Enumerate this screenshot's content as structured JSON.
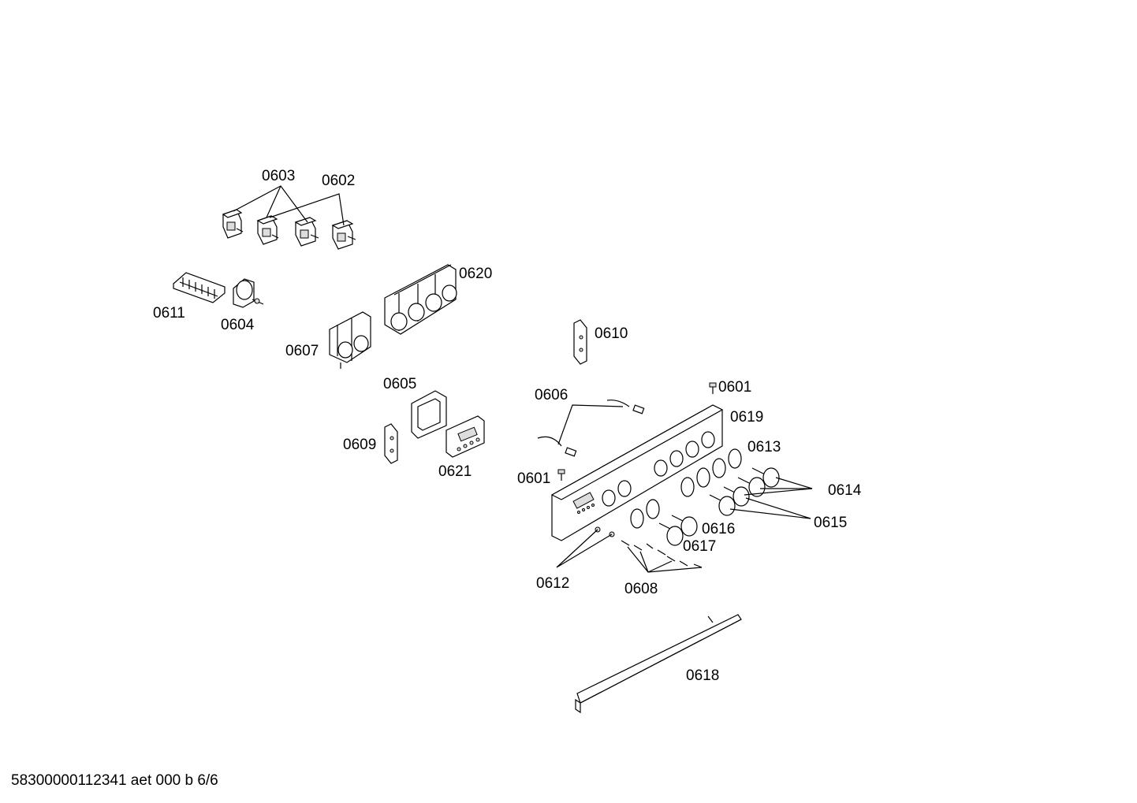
{
  "drawing": {
    "footer_text": "58300000112341 aet 000 b 6/6",
    "labels": {
      "p0601a": "0601",
      "p0601b": "0601",
      "p0602": "0602",
      "p0603": "0603",
      "p0604": "0604",
      "p0605": "0605",
      "p0606": "0606",
      "p0607": "0607",
      "p0608": "0608",
      "p0609": "0609",
      "p0610": "0610",
      "p0611": "0611",
      "p0612": "0612",
      "p0613": "0613",
      "p0614": "0614",
      "p0615": "0615",
      "p0616": "0616",
      "p0617": "0617",
      "p0618": "0618",
      "p0619": "0619",
      "p0620": "0620",
      "p0621": "0621"
    }
  }
}
